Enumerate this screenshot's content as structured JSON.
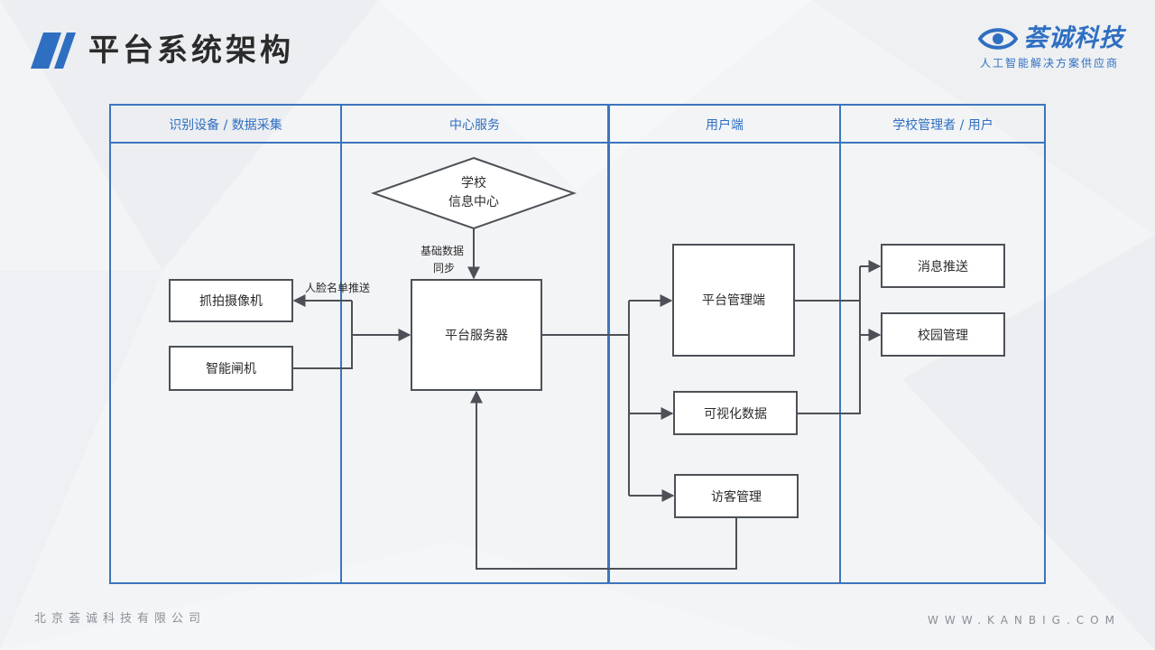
{
  "page": {
    "title": "平台系统架构"
  },
  "logo": {
    "name": "荟诚科技",
    "slogan": "人工智能解决方案供应商",
    "icon": "eye-logo-icon",
    "brand_color": "#2f6fc2"
  },
  "lanes": [
    {
      "label": "识别设备 / 数据采集"
    },
    {
      "label": "中心服务"
    },
    {
      "label": "用户端"
    },
    {
      "label": "学校管理者 / 用户"
    }
  ],
  "nodes": {
    "school_info": {
      "line1": "学校",
      "line2": "信息中心"
    },
    "camera": {
      "label": "抓拍摄像机"
    },
    "gate": {
      "label": "智能闸机"
    },
    "server": {
      "label": "平台服务器"
    },
    "admin": {
      "label": "平台管理端"
    },
    "visual": {
      "label": "可视化数据"
    },
    "visitor": {
      "label": "访客管理"
    },
    "message": {
      "label": "消息推送"
    },
    "campus": {
      "label": "校园管理"
    }
  },
  "edge_labels": {
    "sync_line1": "基础数据",
    "sync_line2": "同步",
    "face_push": "人脸名单推送"
  },
  "footer": {
    "company": "北京荟诚科技有限公司",
    "website": "WWW.KANBIG.COM"
  },
  "colors": {
    "lane_border": "#3b76bd",
    "node_border": "#4d5157",
    "lane_text": "#2f6fc2"
  }
}
